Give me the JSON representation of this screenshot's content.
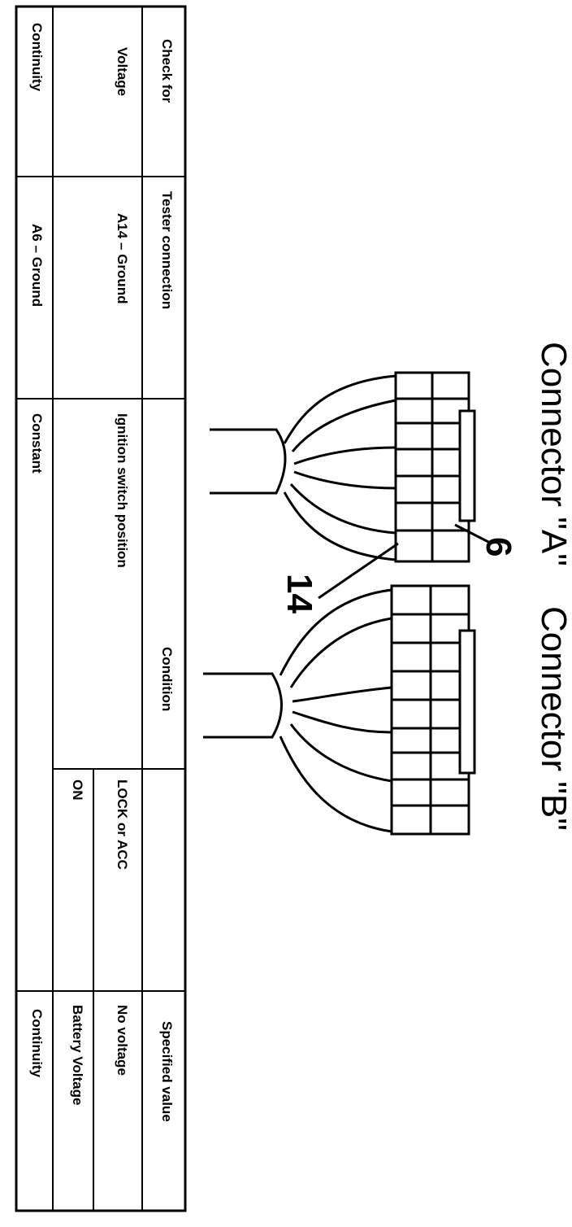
{
  "labels": {
    "connector_a": "Connector \"A\"",
    "connector_b": "Connector \"B\"",
    "pin_6": "6",
    "pin_14": "14"
  },
  "table": {
    "headers": {
      "check_for": "Check for",
      "tester_connection": "Tester connection",
      "condition": "Condition",
      "specified_value": "Specified value"
    },
    "rows": [
      {
        "check_for": "Voltage",
        "tester_connection": "A14 – Ground",
        "condition": "Ignition switch position",
        "sub": [
          {
            "position": "LOCK or ACC",
            "value": "No voltage"
          },
          {
            "position": "ON",
            "value": "Battery Voltage"
          }
        ]
      },
      {
        "check_for": "Continuity",
        "tester_connection": "A6 – Ground",
        "condition": "Constant",
        "value": "Continuity"
      }
    ]
  }
}
